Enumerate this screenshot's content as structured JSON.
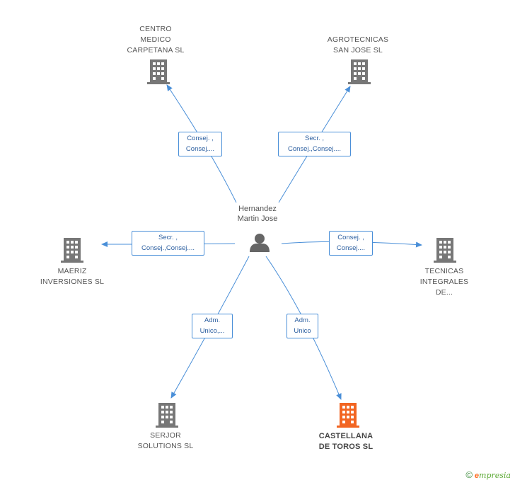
{
  "center": {
    "label": "Hernandez\nMartin Jose",
    "icon": "person-icon",
    "color": "#666666"
  },
  "companies": [
    {
      "id": "centro-medico",
      "label": "CENTRO\nMEDICO\nCARPETANA SL",
      "color": "#777777",
      "highlight": false
    },
    {
      "id": "agrotecnicas",
      "label": "AGROTECNICAS\nSAN JOSE SL",
      "color": "#777777",
      "highlight": false
    },
    {
      "id": "maeriz",
      "label": "MAERIZ\nINVERSIONES SL",
      "color": "#777777",
      "highlight": false
    },
    {
      "id": "tecnicas",
      "label": "TECNICAS\nINTEGRALES\nDE...",
      "color": "#777777",
      "highlight": false
    },
    {
      "id": "serjor",
      "label": "SERJOR\nSOLUTIONS  SL",
      "color": "#777777",
      "highlight": false
    },
    {
      "id": "castellana",
      "label": "CASTELLANA\nDE TOROS SL",
      "color": "#f26522",
      "highlight": true
    }
  ],
  "relations": [
    {
      "to": "centro-medico",
      "label": "Consej. ,\nConsej...."
    },
    {
      "to": "agrotecnicas",
      "label": "Secr. ,\nConsej.,Consej...."
    },
    {
      "to": "maeriz",
      "label": "Secr. ,\nConsej.,Consej...."
    },
    {
      "to": "tecnicas",
      "label": "Consej. ,\nConsej...."
    },
    {
      "to": "serjor",
      "label": "Adm.\nUnico,..."
    },
    {
      "to": "castellana",
      "label": "Adm.\nUnico"
    }
  ],
  "colors": {
    "edge": "#4a8fd8",
    "building": "#777777",
    "highlight": "#f26522"
  },
  "footer": {
    "copyright": "©",
    "brand_initial": "e",
    "brand_rest": "mpresia"
  }
}
